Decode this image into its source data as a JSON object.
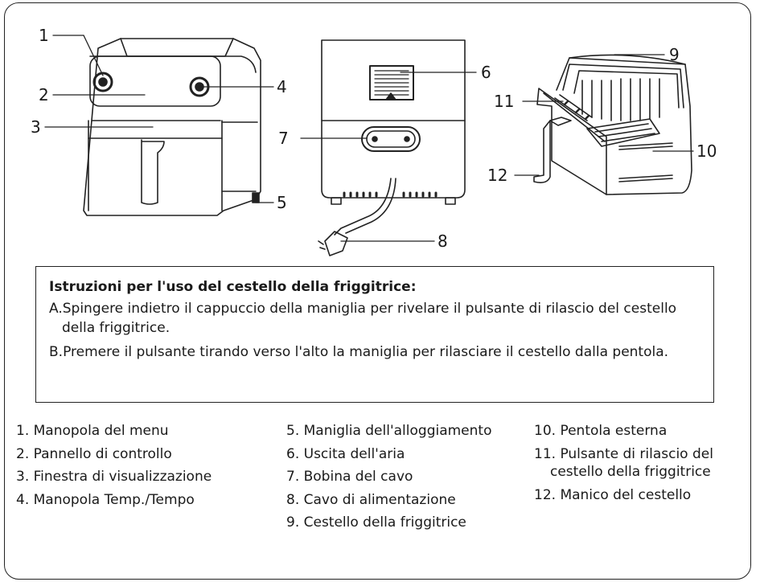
{
  "callouts": [
    "1",
    "2",
    "3",
    "4",
    "5",
    "6",
    "7",
    "8",
    "9",
    "10",
    "11",
    "12"
  ],
  "instructions": {
    "title": "Istruzioni per l'uso del cestello della friggitrice:",
    "steps": [
      "A.Spingere indietro il cappuccio della maniglia per rivelare il pulsante di rilascio del cestello della friggitrice.",
      "B.Premere il pulsante tirando verso l'alto la maniglia per rilasciare il cestello dalla pentola."
    ]
  },
  "legend": {
    "col1": [
      "1. Manopola del menu",
      "2. Pannello di controllo",
      "3. Finestra di visualizzazione",
      "4. Manopola Temp./Tempo"
    ],
    "col2": [
      "5. Maniglia dell'alloggiamento",
      "6. Uscita dell'aria",
      "7. Bobina del cavo",
      "8. Cavo di alimentazione",
      "9. Cestello della friggitrice"
    ],
    "col3": [
      "10. Pentola esterna",
      "11. Pulsante di rilascio del cestello della friggitrice",
      "12. Manico del cestello"
    ]
  }
}
